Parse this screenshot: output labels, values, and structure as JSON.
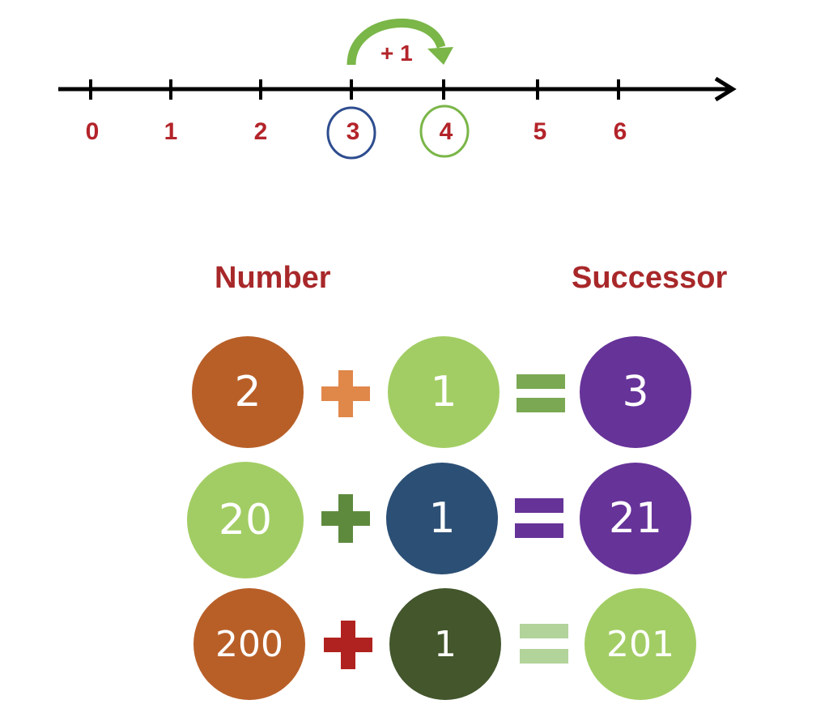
{
  "number_line": {
    "ticks": [
      "0",
      "1",
      "2",
      "3",
      "4",
      "5",
      "6"
    ],
    "jump_label": "+ 1",
    "start_value": "3",
    "end_value": "4",
    "colors": {
      "line": "#000000",
      "tick_labels": "#b3242a",
      "arc": "#7ab648",
      "start_circle": "#2e4d8f",
      "end_circle": "#7ab648"
    }
  },
  "headers": {
    "left": "Number",
    "right": "Successor"
  },
  "equations": [
    {
      "number": "2",
      "addend": "1",
      "successor": "3",
      "colors": {
        "number": "#b85f28",
        "plus": "#e0874a",
        "addend": "#a2cd64",
        "equals": "#7ba853",
        "successor": "#663399"
      }
    },
    {
      "number": "20",
      "addend": "1",
      "successor": "21",
      "colors": {
        "number": "#a2cd64",
        "plus": "#5e8a3e",
        "addend": "#2c4f75",
        "equals": "#663399",
        "successor": "#663399"
      }
    },
    {
      "number": "200",
      "addend": "1",
      "successor": "201",
      "colors": {
        "number": "#b85f28",
        "plus": "#b0221f",
        "addend": "#43562c",
        "equals": "#b2d39a",
        "successor": "#a2cd64"
      }
    }
  ]
}
